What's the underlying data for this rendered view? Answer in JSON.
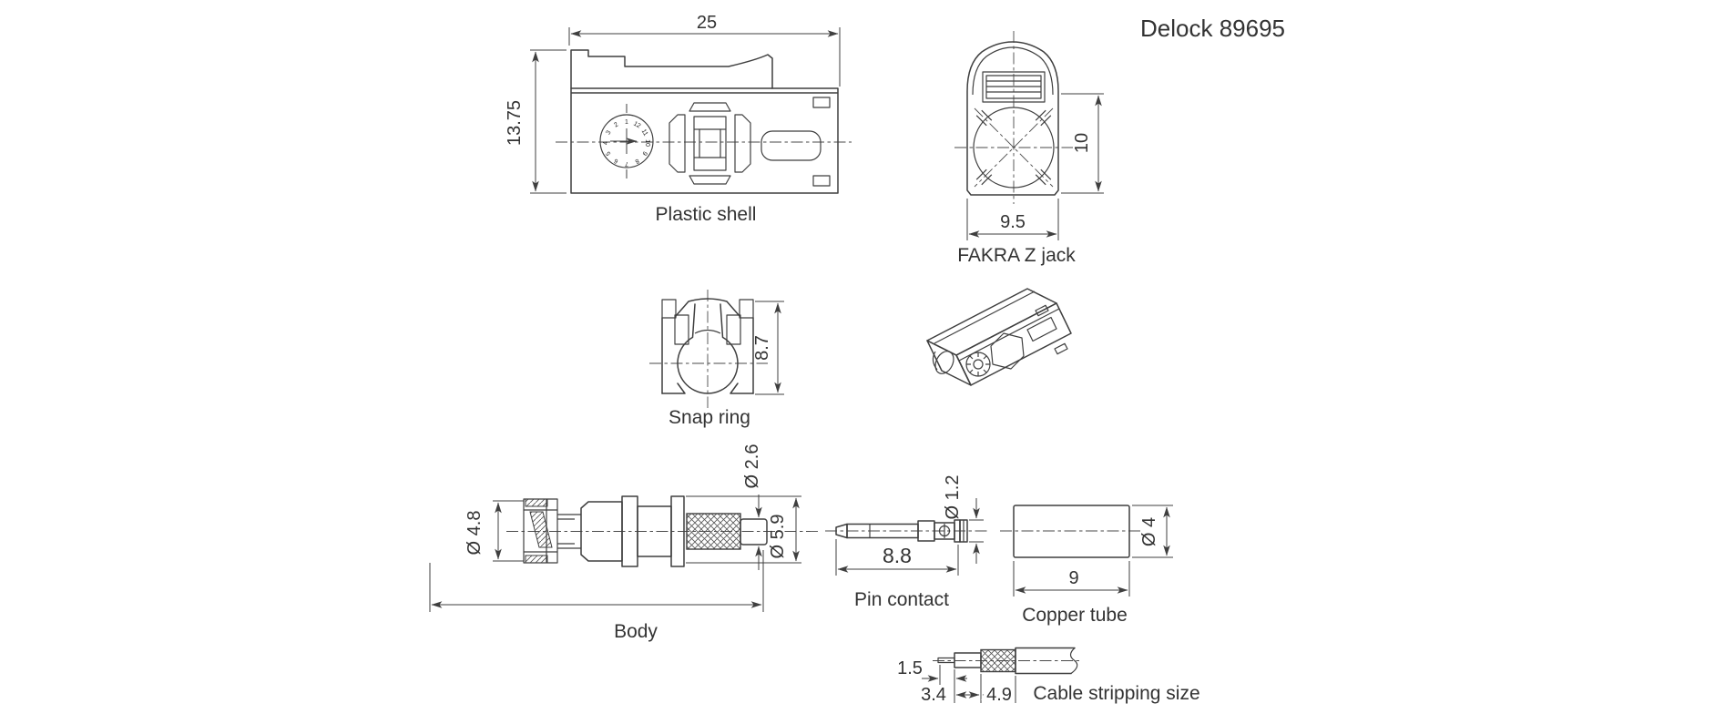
{
  "title": "Delock 89695",
  "colors": {
    "line": "#3f3f3f",
    "text": "#333333",
    "background": "#ffffff"
  },
  "parts": {
    "plastic_shell": {
      "label": "Plastic shell",
      "width_dim": "25",
      "height_dim": "13.75",
      "dial_numbers": [
        "1",
        "2",
        "3",
        "4",
        "5",
        "6",
        "7",
        "8",
        "9",
        "10",
        "11",
        "12"
      ]
    },
    "fakra_jack": {
      "label": "FAKRA Z jack",
      "width_dim": "9.5",
      "height_dim": "10"
    },
    "snap_ring": {
      "label": "Snap ring",
      "height_dim": "8.7"
    },
    "body": {
      "label": "Body",
      "left_diameter_dim": "Ø 4.8",
      "tip_diameter_dim": "Ø 2.6",
      "knurl_diameter_dim": "Ø 5.9"
    },
    "pin_contact": {
      "label": "Pin contact",
      "length_dim": "8.8",
      "diameter_dim": "Ø 1.2"
    },
    "copper_tube": {
      "label": "Copper tube",
      "length_dim": "9",
      "diameter_dim": "Ø 4"
    },
    "cable_stripping": {
      "label": "Cable stripping size",
      "pin_dim": "1.5",
      "dielectric_dim": "3.4",
      "braid_dim": "4.9"
    }
  }
}
